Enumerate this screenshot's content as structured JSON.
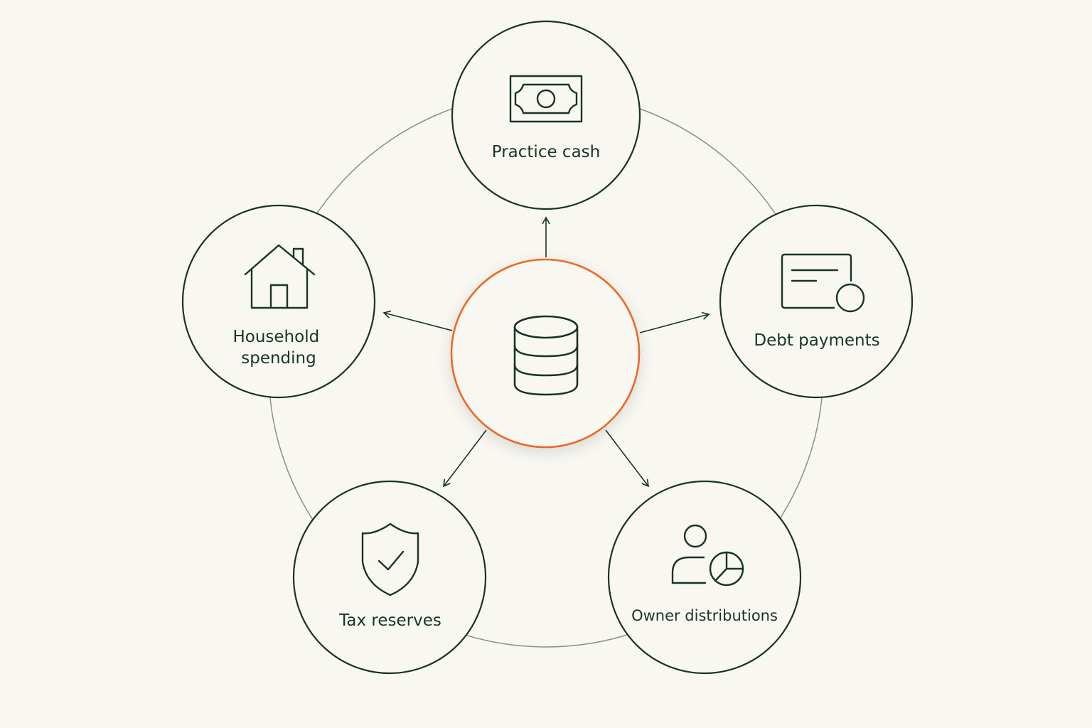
{
  "colors": {
    "background": "#f8f7f2",
    "ink": "#173526",
    "ring": "#8a9189",
    "hub_accent": "#ea6a28",
    "node_fill": "#f8f7f2"
  },
  "hub": {
    "icon": "database-icon"
  },
  "nodes": [
    {
      "id": "practice-cash",
      "label": "Practice cash",
      "icon": "banknote-icon"
    },
    {
      "id": "debt-payments",
      "label": "Debt payments",
      "icon": "credit-card-icon"
    },
    {
      "id": "owner-distributions",
      "label": "Owner distributions",
      "icon": "user-pie-chart-icon"
    },
    {
      "id": "tax-reserves",
      "label": "Tax reserves",
      "icon": "shield-check-icon"
    },
    {
      "id": "household-spending",
      "label_lines": [
        "Household",
        "spending"
      ],
      "icon": "house-icon"
    }
  ]
}
